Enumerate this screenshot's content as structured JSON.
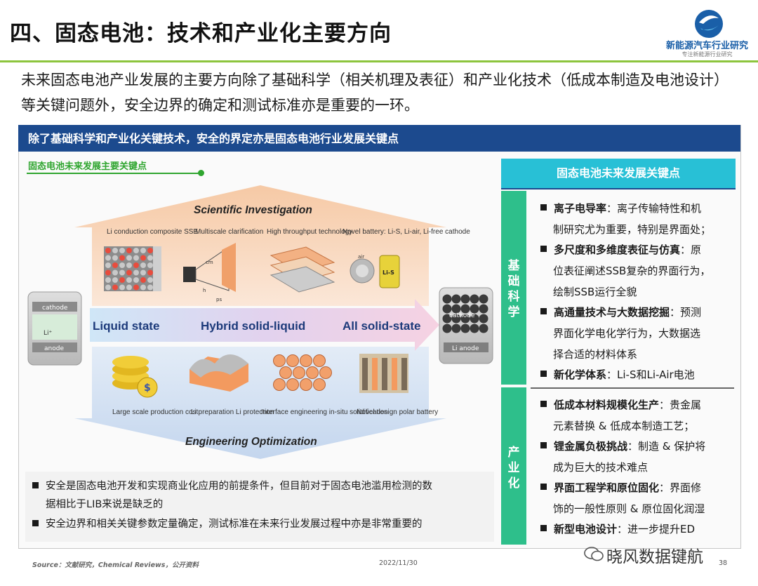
{
  "header": {
    "title": "四、固态电池：技术和产业化主要方向",
    "logo_name": "新能源汽车行业研究",
    "logo_sub": "专注新能源行业研究"
  },
  "intro": "未来固态电池产业发展的主要方向除了基础科学（相关机理及表征）和产业化技术（低成本制造及电池设计）等关键问题外，安全边界的确定和测试标准亦是重要的一环。",
  "banner": "除了基础科学和产业化关键技术，安全的界定亦是固态电池行业发展关键点",
  "left": {
    "subtitle": "固态电池未来发展主要关键点",
    "diagram": {
      "top_heading": "Scientific Investigation",
      "bottom_heading": "Engineering Optimization",
      "top_items": [
        "Li conduction composite SSE",
        "Multiscale clarification",
        "High throughput technology",
        "Novel battery: Li-S, Li-air, Li-free cathode"
      ],
      "bottom_items": [
        "Large scale production cost",
        "Li preparation Li protection",
        "Interface engineering in-situ solidification",
        "Novel design polar battery"
      ],
      "states": [
        "Liquid state",
        "Hybrid solid-liquid",
        "All solid-state"
      ],
      "left_cell": {
        "cathode": "cathode",
        "li": "Li⁺",
        "anode": "anode"
      },
      "right_cell": {
        "cathode": "cathode",
        "anode": "Li anode"
      },
      "tiny_labels": {
        "cm": "cm",
        "h": "h",
        "ps": "ps",
        "air": "air",
        "lis": "Li-S"
      }
    },
    "bullets": [
      "安全是固态电池开发和实现商业化应用的前提条件，但目前对于固态电池滥用检测的数",
      "据相比于LIB来说是缺乏的",
      "安全边界和相关关键参数定量确定，测试标准在未来行业发展过程中亦是非常重要的"
    ]
  },
  "right": {
    "heading": "固态电池未来发展关键点",
    "side1": [
      "基",
      "础",
      "科",
      "学"
    ],
    "side2": [
      "产",
      "业",
      "化"
    ],
    "basic": [
      {
        "bold": "离子电导率",
        "rest": "：离子传输特性和机",
        "cont": "制研究尤为重要，特别是界面处；"
      },
      {
        "bold": "多尺度和多维度表征与仿真",
        "rest": "：原",
        "cont": "位表征阐述SSB复杂的界面行为，",
        "cont2": "绘制SSB运行全貌"
      },
      {
        "bold": "高通量技术与大数据挖掘",
        "rest": "：预测",
        "cont": "界面化学电化学行为，大数据选",
        "cont2": "择合适的材料体系"
      },
      {
        "bold": "新化学体系",
        "rest": "：Li-S和Li-Air电池"
      }
    ],
    "industry": [
      {
        "bold": "低成本材料规模化生产",
        "rest": "：贵金属",
        "cont": "元素替换 & 低成本制造工艺；"
      },
      {
        "bold": "锂金属负极挑战",
        "rest": "：制造 & 保护将",
        "cont": "成为巨大的技术难点"
      },
      {
        "bold": "界面工程学和原位固化",
        "rest": "：界面修",
        "cont": "饰的一般性原则 & 原位固化润湿"
      },
      {
        "bold": "新型电池设计",
        "rest": "：进一步提升ED"
      }
    ]
  },
  "footer": {
    "source": "Source：文献研究，Chemical Reviews，公开资料",
    "date": "2022/11/30",
    "page": "38",
    "wechat": "晓风数据键航"
  },
  "colors": {
    "banner": "#1c4a8e",
    "title_rule": "#8dc53e",
    "right_head": "#28c0d6",
    "side_green": "#2ebf8b",
    "subtitle_green": "#2fa52f"
  }
}
